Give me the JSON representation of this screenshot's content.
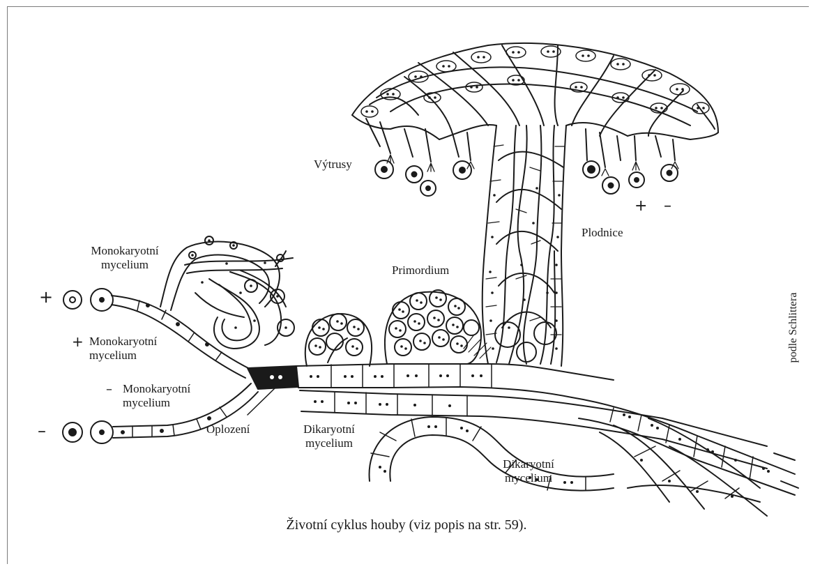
{
  "labels": {
    "mono_top_1": "Monokaryotní",
    "mono_top_2": "mycelium",
    "mono_plus_1": "Monokaryotní",
    "mono_plus_2": "mycelium",
    "mono_minus_1": "Monokaryotní",
    "mono_minus_2": "mycelium",
    "fertilization": "Oplození",
    "dikaryon_1_a": "Dikaryotní",
    "dikaryon_1_b": "mycelium",
    "dikaryon_2_a": "Dikaryotní",
    "dikaryon_2_b": "mycelium",
    "primordium": "Primordium",
    "fruiting_body": "Plodnice",
    "spores": "Výtrusy"
  },
  "signs": {
    "plus": "+",
    "minus": "–",
    "minus_small": "–"
  },
  "credit": "podle Schlittera",
  "caption": "Životní cyklus houby (viz popis na str. 59)."
}
